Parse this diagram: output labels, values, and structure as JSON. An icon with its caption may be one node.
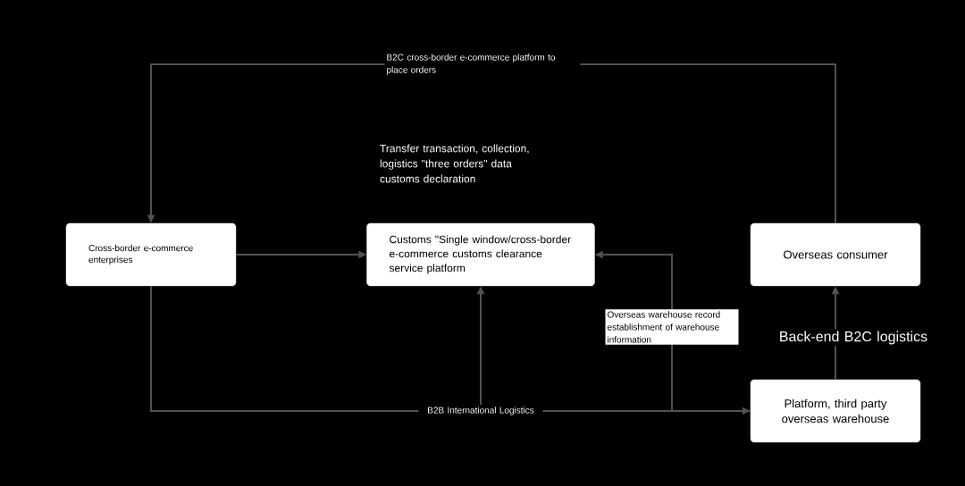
{
  "diagram": {
    "nodes": [
      {
        "text": [
          "Cross-border e-commerce enterprises"
        ]
      },
      {
        "text": [
          "Customs \"Single window/cross-border e-commerce customs clearance service platform"
        ]
      },
      {
        "text": [
          "Overseas consumer"
        ]
      },
      {
        "text": [
          "Platform, third party overseas warehouse"
        ]
      }
    ],
    "edges": [
      {
        "from": 2,
        "to": 0,
        "arrow": "to",
        "label": "B2C cross-border e-commerce platform to place orders"
      },
      {
        "from": 0,
        "to": 1,
        "arrow": "to"
      },
      {
        "from": 0,
        "to": 3,
        "arrow": "to",
        "label": "B2B International Logistics"
      },
      {
        "from": 0,
        "to": 1,
        "arrow": "to"
      },
      {
        "from": 3,
        "to": 1,
        "arrow": "to",
        "label": "Overseas warehouse record establishment of warehouse information"
      },
      {
        "from": 3,
        "to": 2,
        "arrow": "to",
        "label": "Back-end B2C logistics"
      }
    ],
    "labels": [
      "Transfer transaction, collection, logistics \"three orders\" data customs declaration"
    ]
  }
}
